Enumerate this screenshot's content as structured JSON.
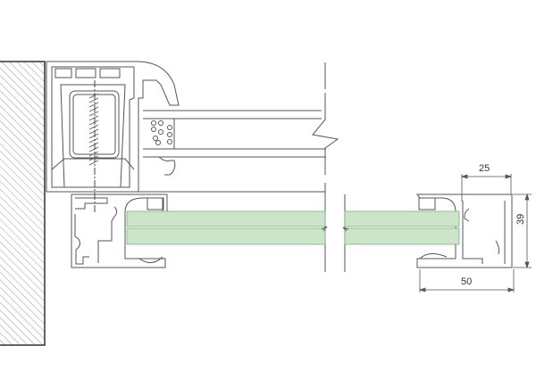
{
  "drawing": {
    "type": "window-frame cross-section",
    "colors": {
      "line": "#555555",
      "glass": "#cce5c8",
      "glass_edge": "#8aa88a",
      "hatch": "#9a9a9a"
    },
    "dimensions": {
      "top_width": "25",
      "height": "39",
      "bottom_width": "50"
    }
  }
}
